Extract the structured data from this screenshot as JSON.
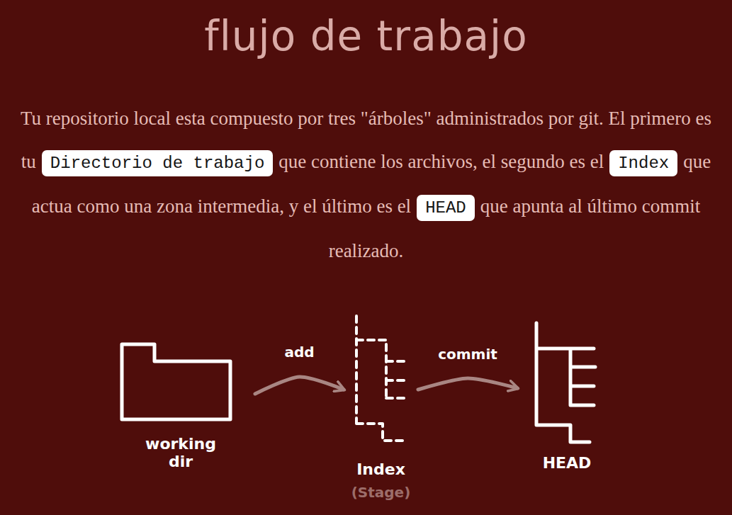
{
  "diagram": {
    "title": "flujo de trabajo",
    "nodes": [
      {
        "text": [
          "working dir"
        ]
      },
      {
        "text": [
          "Index",
          "(Stage)"
        ]
      },
      {
        "text": [
          "HEAD"
        ]
      }
    ],
    "edges": [
      {
        "from": 0,
        "to": 1,
        "label": "add",
        "arrow": "to"
      },
      {
        "from": 1,
        "to": 2,
        "label": "commit",
        "arrow": "to"
      }
    ],
    "labels": [
      "Tu repositorio local esta compuesto por tres \"árboles\" administrados por git. El primero es tu",
      "Directorio de trabajo",
      "que contiene los archivos, el segundo es el",
      "Index",
      "que actua como una zona intermedia, y el último es el",
      "HEAD",
      "que apunta al último commit realizado."
    ]
  }
}
